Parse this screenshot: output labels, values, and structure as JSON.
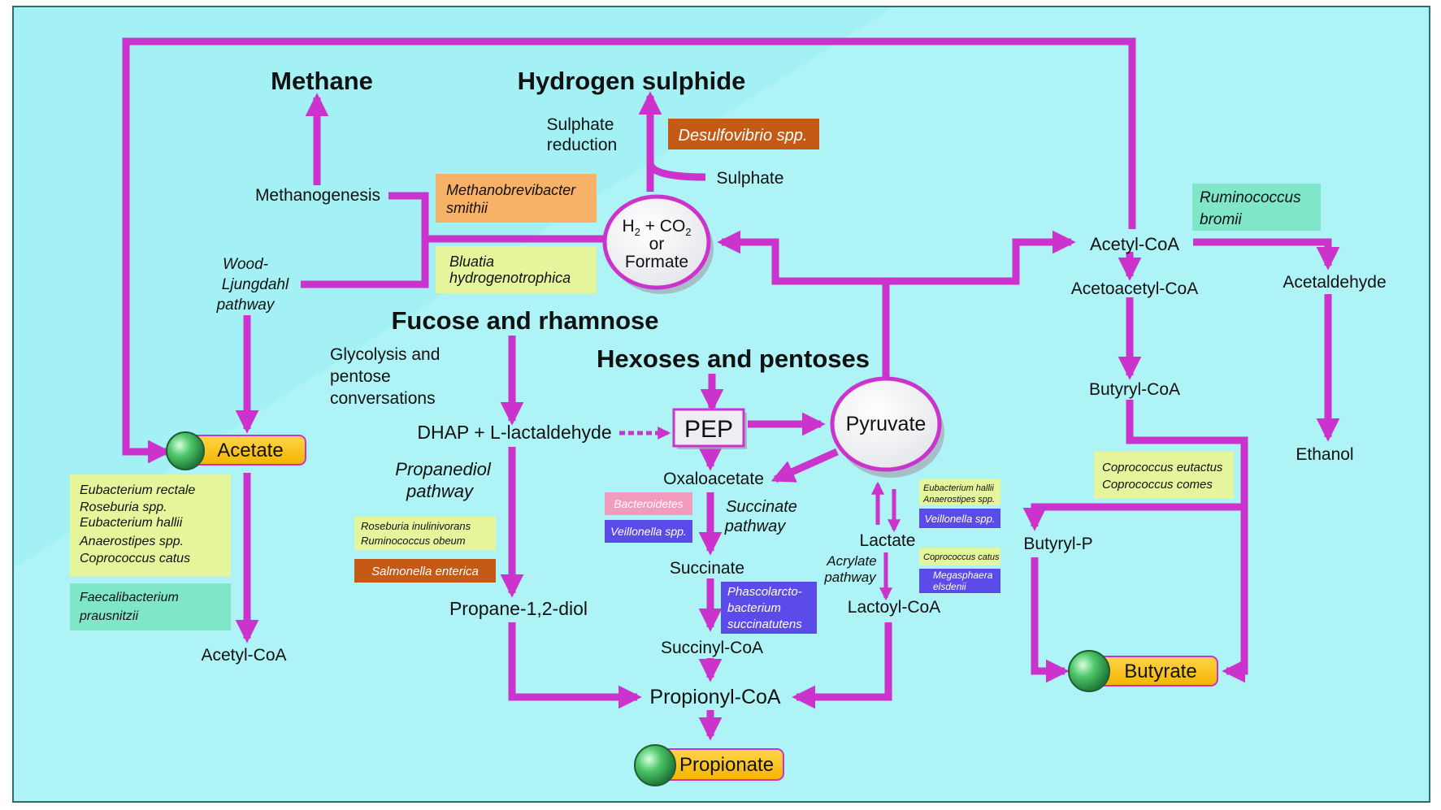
{
  "colors": {
    "arrow": "#cc33cc",
    "bg_light": "#aef3f6",
    "bg_dark": "#8eecef",
    "label_orange": "#c45a16",
    "label_peach": "#f7b267",
    "label_yellowgreen": "#e4f59b",
    "label_mint": "#7fe6c8",
    "label_pink": "#f39bbd",
    "label_blue": "#5b4be8",
    "product_pill": "#ffc21c"
  },
  "titles": {
    "methane": "Methane",
    "hydrogen_sulphide": "Hydrogen sulphide",
    "fucose": "Fucose and rhamnose",
    "hexoses": "Hexoses and pentoses"
  },
  "nodes": {
    "h2_line1_a": "H",
    "h2_line1_sub2": "2",
    "h2_line1_b": " + CO",
    "h2_line1_sub2b": "2",
    "h2_or": "or",
    "h2_formate": "Formate",
    "pyruvate": "Pyruvate",
    "pep": "PEP",
    "dhap": "DHAP + L-lactaldehyde",
    "propane_diol": "Propane-1,2-diol",
    "oxaloacetate": "Oxaloacetate",
    "succinate": "Succinate",
    "succinyl_coa": "Succinyl-CoA",
    "propionyl_coa": "Propionyl-CoA",
    "lactate": "Lactate",
    "lactoyl_coa": "Lactoyl-CoA",
    "acetyl_coa_right": "Acetyl-CoA",
    "acetoacetyl_coa": "Acetoacetyl-CoA",
    "butyryl_coa": "Butyryl-CoA",
    "butyryl_p": "Butyryl-P",
    "acetaldehyde": "Acetaldehyde",
    "ethanol": "Ethanol",
    "acetyl_coa_left": "Acetyl-CoA",
    "sulphate": "Sulphate",
    "methanogenesis": "Methanogenesis"
  },
  "pathways": {
    "sulphate_reduction_1": "Sulphate",
    "sulphate_reduction_2": "reduction",
    "wood_1": "Wood-",
    "wood_2": "Ljungdahl",
    "wood_3": "pathway",
    "glycolysis_1": "Glycolysis and",
    "glycolysis_2": "pentose",
    "glycolysis_3": "conversations",
    "propanediol_1": "Propanediol",
    "propanediol_2": "pathway",
    "succinate_1": "Succinate",
    "succinate_2": "pathway",
    "acrylate_1": "Acrylate",
    "acrylate_2": "pathway"
  },
  "products": {
    "acetate": "Acetate",
    "butyrate": "Butyrate",
    "propionate": "Propionate"
  },
  "bacteria": {
    "desulfovibrio": "Desulfovibrio spp.",
    "methanobrevibacter_1": "Methanobrevibacter",
    "methanobrevibacter_2": "smithii",
    "bluatia_1": "Bluatia",
    "bluatia_2": "hydrogenotrophica",
    "ruminococcus_bromii_1": "Ruminococcus",
    "ruminococcus_bromii_2": "bromii",
    "acetate_group": [
      "Eubacterium rectale",
      "Roseburia spp.",
      "Eubacterium hallii",
      "Anaerostipes spp.",
      "Coprococcus catus"
    ],
    "faecali_1": "Faecalibacterium",
    "faecali_2": "prausnitzii",
    "roseburia_inulinivorans": "Roseburia inulinivorans",
    "ruminococcus_obeum": "Ruminococcus obeum",
    "salmonella": "Salmonella enterica",
    "bacteroidetes": "Bacteroidetes",
    "veillonella_left": "Veillonella spp.",
    "phascolarcto_1": "Phascolarcto-",
    "phascolarcto_2": "bacterium",
    "phascolarcto_3": "succinatutens",
    "eubacterium_hallii_small": "Eubacterium hallii",
    "anaerostipes_small": "Anaerostipes spp.",
    "veillonella_right": "Veillonella spp.",
    "coprococcus_catus_small": "Coprococcus catus",
    "megasphaera_1": "Megasphaera",
    "megasphaera_2": "elsdenii",
    "coprococcus_eutactus": "Coprococcus eutactus",
    "coprococcus_comes": "Coprococcus comes"
  }
}
